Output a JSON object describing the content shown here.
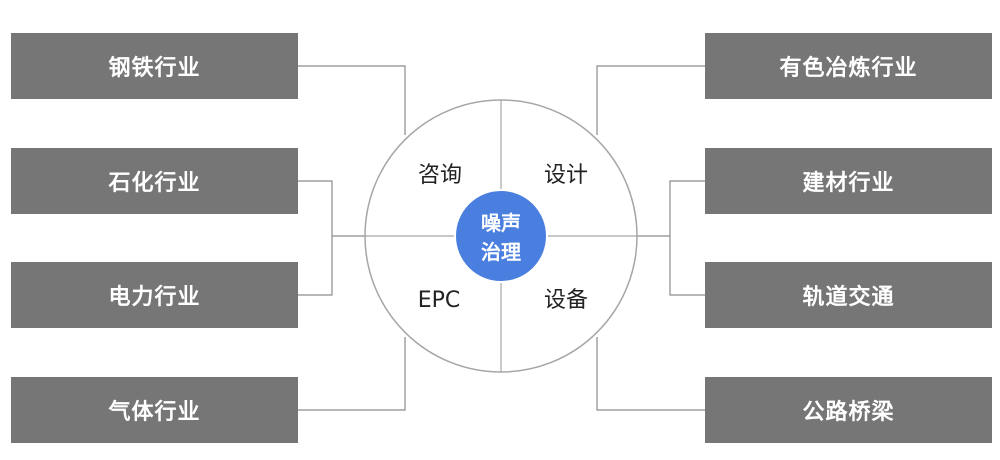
{
  "left_industries": [
    {
      "label": "钢铁行业"
    },
    {
      "label": "石化行业"
    },
    {
      "label": "电力行业"
    },
    {
      "label": "气体行业"
    }
  ],
  "right_industries": [
    {
      "label": "有色冶炼行业"
    },
    {
      "label": "建材行业"
    },
    {
      "label": "轨道交通"
    },
    {
      "label": "公路桥梁"
    }
  ],
  "circle": {
    "quadrants": {
      "top_left": "咨询",
      "top_right": "设计",
      "bottom_left": "EPC",
      "bottom_right": "设备"
    },
    "center": {
      "line1": "噪声",
      "line2": "治理"
    }
  },
  "colors": {
    "box_fill": "#767676",
    "box_text": "#ffffff",
    "center_fill": "#4a7fe0",
    "line": "#8c8c8c",
    "circle_stroke": "#a6a6a6"
  }
}
